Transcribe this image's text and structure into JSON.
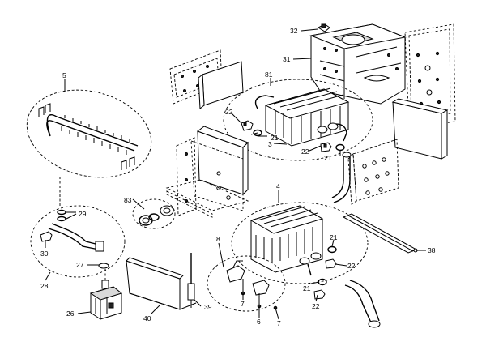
{
  "parts": {
    "p32": "32",
    "p31": "31",
    "p81": "81",
    "p5": "5",
    "p22_top": "22",
    "p3": "3",
    "p21_top_a": "21",
    "p22_mid": "22",
    "p21_top_b": "21",
    "p4": "4",
    "p83": "83",
    "p29": "29",
    "p30": "30",
    "p27": "27",
    "p28": "28",
    "p26": "26",
    "p8": "8",
    "p7_a": "7",
    "p7_b": "7",
    "p6": "6",
    "p39": "39",
    "p40": "40",
    "p21_right": "21",
    "p22_right": "22",
    "p21_bottom": "21",
    "p22_bottom": "22",
    "p38": "38"
  }
}
